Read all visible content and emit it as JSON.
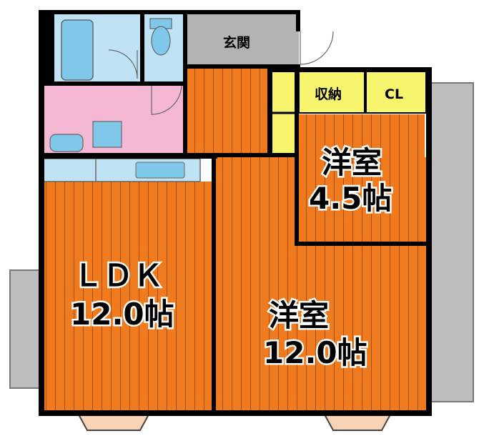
{
  "rooms": {
    "entrance": "玄関",
    "storage": "収納",
    "closet": "CL",
    "western_small_name": "洋室",
    "western_small_size": "4.5帖",
    "ldk_name": "ＬＤＫ",
    "ldk_size": "12.0帖",
    "western_large_name": "洋室",
    "western_large_size": "12.0帖"
  },
  "colors": {
    "floor": "#f07b1e",
    "floor_stripe": "#a74e08",
    "wall": "#000000",
    "bath": "#bfe3f5",
    "fixture": "#7fc8ea",
    "washroom": "#f5b8d4",
    "entrance": "#b3b3b3",
    "storage": "#f7f56e",
    "balcony": "#bdbdbd",
    "bay": "#f8d3b5"
  }
}
